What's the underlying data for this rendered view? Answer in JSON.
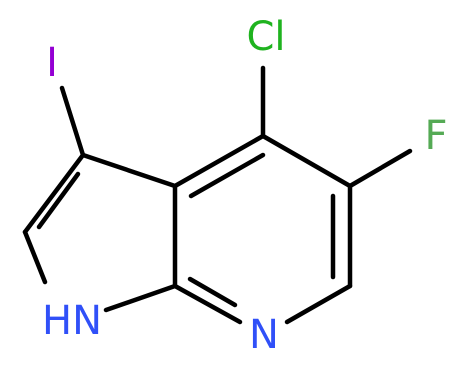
{
  "molecule": {
    "atoms": {
      "I": {
        "label": "I",
        "color": "#9400D3"
      },
      "Cl": {
        "label": "Cl",
        "color": "#1FB31F"
      },
      "F": {
        "label": "F",
        "color": "#55AA55"
      },
      "N": {
        "label": "N",
        "color": "#3050F8"
      },
      "NH": {
        "label": "HN",
        "color": "#3050F8"
      }
    },
    "bond_color": "#000000"
  }
}
